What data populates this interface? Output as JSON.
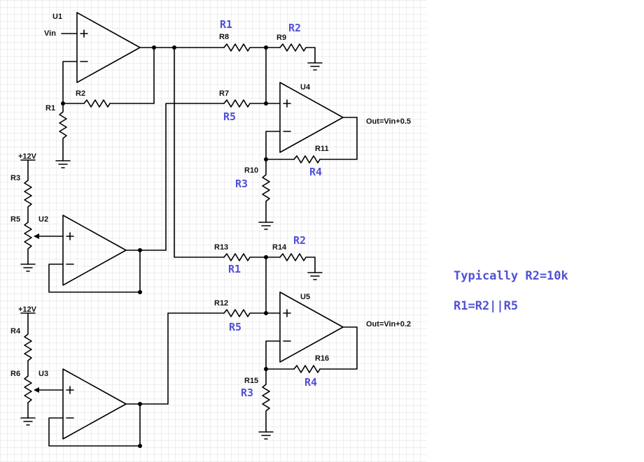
{
  "colors": {
    "annotation": "#5050d8",
    "grid": "#d8d8d8",
    "wire": "#000000"
  },
  "opamps": {
    "u1": "U1",
    "u2": "U2",
    "u3": "U3",
    "u4": "U4",
    "u5": "U5"
  },
  "resistors": {
    "r1": "R1",
    "r2": "R2",
    "r3": "R3",
    "r4": "R4",
    "r5": "R5",
    "r6": "R6",
    "r7": "R7",
    "r8": "R8",
    "r9": "R9",
    "r10": "R10",
    "r11": "R11",
    "r12": "R12",
    "r13": "R13",
    "r14": "R14",
    "r15": "R15",
    "r16": "R16"
  },
  "nets": {
    "vin": "Vin",
    "supply1": "+12V",
    "supply2": "+12V"
  },
  "outputs": {
    "out1": "Out=Vin+0.5",
    "out2": "Out=Vin+0.2"
  },
  "annotations": {
    "a1": "R1",
    "a2": "R2",
    "a3": "R5",
    "a4": "R3",
    "a5": "R4",
    "a6": "R2",
    "a7": "R1",
    "a8": "R5",
    "a9": "R3",
    "a10": "R4"
  },
  "notes": {
    "typical": "Typically R2=10k",
    "relation": "R1=R2||R5"
  }
}
